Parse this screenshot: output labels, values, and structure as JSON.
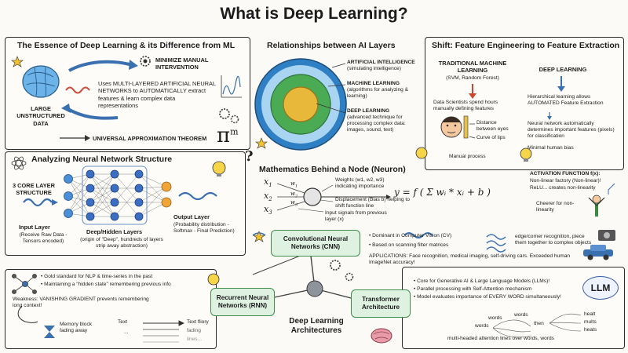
{
  "title": "What is Deep Learning?",
  "essence": {
    "title": "The Essence of Deep Learning & its Difference from ML",
    "data_label": "LARGE UNSTRUCTURED DATA",
    "minimize": "MINIMIZE MANUAL INTERVENTION",
    "uses": "Uses MULTI-LAYERED ARTIFICIAL NEURAL NETWORKS to AUTOMATICALLY extract features & learn complex data representations",
    "theorem": "UNIVERSAL APPROXIMATION THEOREM",
    "pi": "π",
    "pi_sup": "m"
  },
  "relationships": {
    "title": "Relationships between AI Layers",
    "ai_title": "ARTIFICIAL INTELLIGENCE",
    "ai_desc": "(simulating intelligence)",
    "ml_title": "MACHINE LEARNING",
    "ml_desc": "(algorithms for analyzing & learning)",
    "dl_title": "DEEP LEARNING",
    "dl_desc": "(advanced technique for processing complex data: images, sound, text)"
  },
  "shift": {
    "title": "Shift: Feature Engineering to Feature Extraction",
    "trad_title": "TRADITIONAL MACHINE LEARNING",
    "trad_sub": "(SVM, Random Forest)",
    "trad_desc": "Data Scientists spend hours manually defining features",
    "distance": "Distance between eyes",
    "curve": "Curve of lips",
    "manual": "Manual process",
    "dl_title": "DEEP LEARNING",
    "dl_desc1": "Hierarchical learning allows AUTOMATED Feature Extraction",
    "dl_desc2": "Neural network automatically determines important features (pixels) for classification",
    "dl_desc3": "Minimal human bias"
  },
  "network": {
    "title": "Analyzing Neural Network Structure",
    "core": "3 CORE LAYER STRUCTURE",
    "input": "Input Layer",
    "input_desc": "(Receive Raw Data - Tensors encoded)",
    "hidden": "Deep/Hidden Layers",
    "hidden_desc": "(origin of \"Deep\", hundreds of layers strip away abstraction)",
    "output": "Output Layer",
    "output_desc": "(Probability distribution - Softmax - Final Prediction)"
  },
  "math": {
    "title": "Mathematics Behind a Node (Neuron)",
    "x1": "x",
    "x2": "x",
    "x3": "x",
    "w1": "w",
    "w2": "w",
    "w3": "w",
    "weights": "Weights (w1, w2, w3) indicating importance",
    "bias": "Displacement (Bias b) helping to shift function line",
    "inputs": "Input signals from previous layer (x)",
    "formula": "y = f ( Σ wᵢ * xᵢ + b )",
    "activation": "ACTIVATION FUNCTION f(x):",
    "act1": "Non-linear factory (Non-linear)!",
    "act2": "ReLU... creates non-linearity",
    "cheer": "Cheerer for non-linearity"
  },
  "cnn": {
    "label": "Convolutional Neural Networks (CNN)",
    "p1": "Dominant in Computer Vision (CV)",
    "p2": "Based on scanning filter matrices",
    "edge": "edge/corner recognition, piece them together to complex objects",
    "apps": "APPLICATIONS: Face recognition, medical imaging, self-driving cars. Exceeded human ImageNet accuracy!"
  },
  "rnn": {
    "label": "Recurrent Neural Networks (RNN)",
    "p1": "Gold standard for NLP & time-series in the past",
    "p2": "Maintaining a \"hidden state\" remembering previous info",
    "weak": "Weakness: VANISHING GRADIENT prevents remembering long context!",
    "memory": "Memory block fading away",
    "text1": "Text",
    "text2": "...",
    "fade1": "Text fliory",
    "fade2": "fading",
    "fade3": "lines..."
  },
  "transformer": {
    "label": "Transformer Architecture",
    "p1": "Core for Generative AI & Large Language Models (LLMs)!",
    "p2": "Parallel processing with Self-Attention mechanism",
    "p3": "Model evaluates importance of EVERY WORD simultaneously!",
    "llm": "LLM",
    "words1": "words",
    "words2": "words",
    "words3": "words",
    "then": "then",
    "heat1": "healt",
    "heat2": "mults",
    "heat3": "heats",
    "multi": "multi-headed attention lines over words, words"
  },
  "arch": {
    "label": "Deep Learning Architectures"
  },
  "colors": {
    "ai": "#2f7fc4",
    "ml": "#4bab55",
    "dl": "#e8b83a",
    "cnn": "#3f8f4a"
  }
}
